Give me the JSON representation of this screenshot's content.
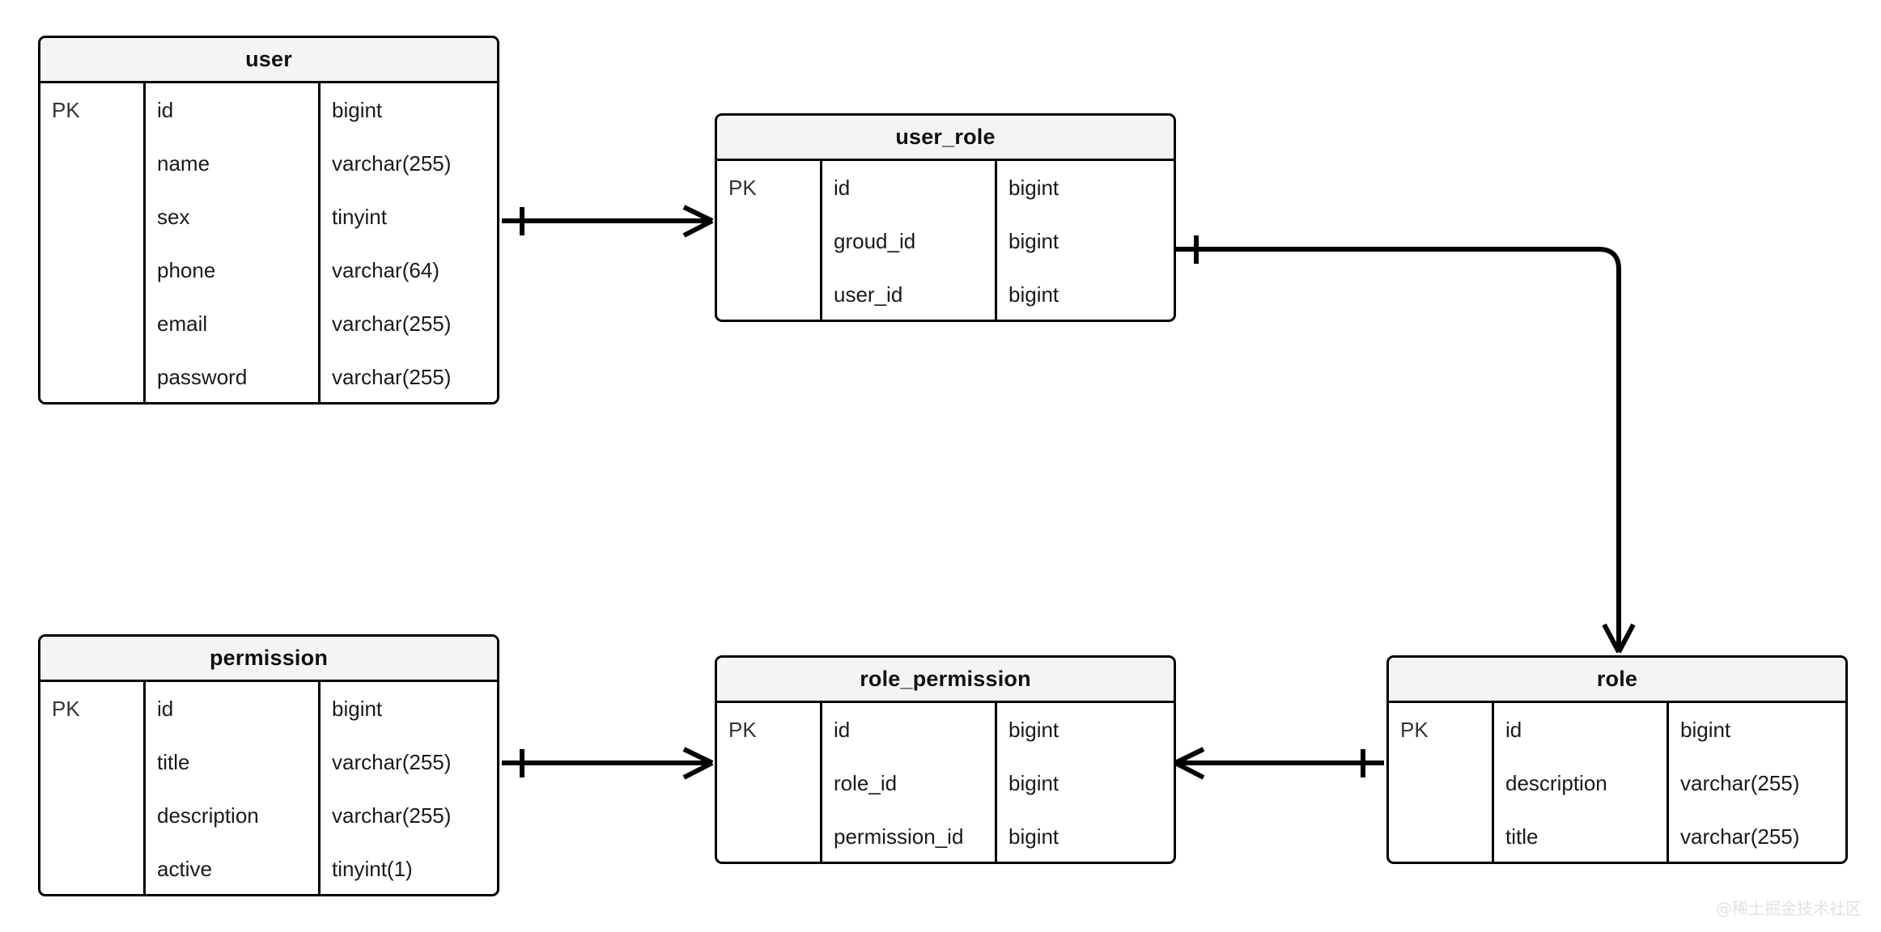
{
  "diagram": {
    "kind": "entity-relationship-diagram",
    "notation": "crow's foot",
    "key_label": "PK"
  },
  "watermark": {
    "text": "@稀土掘金技术社区"
  },
  "colors": {
    "stroke": "#000000",
    "header_fill": "#f4f4f4",
    "body_fill": "#ffffff",
    "text": "#1a1a1a",
    "watermark": "#e2e2e2"
  },
  "entities": [
    {
      "id": "user",
      "title": "user",
      "rows": [
        {
          "key": "PK",
          "name": "id",
          "type": "bigint"
        },
        {
          "key": "",
          "name": "name",
          "type": "varchar(255)"
        },
        {
          "key": "",
          "name": "sex",
          "type": "tinyint"
        },
        {
          "key": "",
          "name": "phone",
          "type": "varchar(64)"
        },
        {
          "key": "",
          "name": "email",
          "type": "varchar(255)"
        },
        {
          "key": "",
          "name": "password",
          "type": "varchar(255)"
        }
      ]
    },
    {
      "id": "user_role",
      "title": "user_role",
      "rows": [
        {
          "key": "PK",
          "name": "id",
          "type": "bigint"
        },
        {
          "key": "",
          "name": "groud_id",
          "type": "bigint"
        },
        {
          "key": "",
          "name": "user_id",
          "type": "bigint"
        }
      ]
    },
    {
      "id": "permission",
      "title": "permission",
      "rows": [
        {
          "key": "PK",
          "name": "id",
          "type": "bigint"
        },
        {
          "key": "",
          "name": "title",
          "type": "varchar(255)"
        },
        {
          "key": "",
          "name": "description",
          "type": "varchar(255)"
        },
        {
          "key": "",
          "name": "active",
          "type": "tinyint(1)"
        }
      ]
    },
    {
      "id": "role_permission",
      "title": "role_permission",
      "rows": [
        {
          "key": "PK",
          "name": "id",
          "type": "bigint"
        },
        {
          "key": "",
          "name": "role_id",
          "type": "bigint"
        },
        {
          "key": "",
          "name": "permission_id",
          "type": "bigint"
        }
      ]
    },
    {
      "id": "role",
      "title": "role",
      "rows": [
        {
          "key": "PK",
          "name": "id",
          "type": "bigint"
        },
        {
          "key": "",
          "name": "description",
          "type": "varchar(255)"
        },
        {
          "key": "",
          "name": "title",
          "type": "varchar(255)"
        }
      ]
    }
  ],
  "relationships": [
    {
      "id": "user-user_role",
      "from": "user",
      "to": "user_role",
      "from_cardinality": "one",
      "to_cardinality": "many"
    },
    {
      "id": "user_role-role",
      "from": "user_role",
      "to": "role",
      "from_cardinality": "one",
      "to_cardinality": "many"
    },
    {
      "id": "permission-role_permission",
      "from": "permission",
      "to": "role_permission",
      "from_cardinality": "one",
      "to_cardinality": "many"
    },
    {
      "id": "role_permission-role",
      "from": "role_permission",
      "to": "role",
      "from_cardinality": "many",
      "to_cardinality": "one"
    }
  ]
}
